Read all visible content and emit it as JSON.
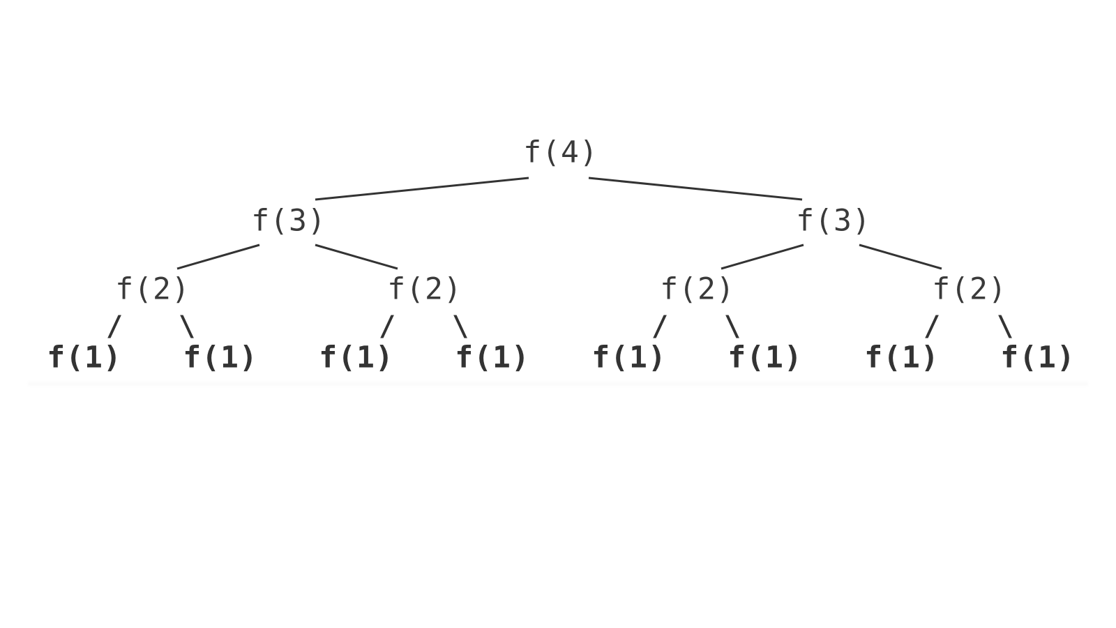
{
  "tree": {
    "root": {
      "label": "f(4)"
    },
    "level1": [
      {
        "label": "f(3)"
      },
      {
        "label": "f(3)"
      }
    ],
    "level2": [
      {
        "label": "f(2)"
      },
      {
        "label": "f(2)"
      },
      {
        "label": "f(2)"
      },
      {
        "label": "f(2)"
      }
    ],
    "leaves": [
      {
        "label": "f(1)"
      },
      {
        "label": "f(1)"
      },
      {
        "label": "f(1)"
      },
      {
        "label": "f(1)"
      },
      {
        "label": "f(1)"
      },
      {
        "label": "f(1)"
      },
      {
        "label": "f(1)"
      },
      {
        "label": "f(1)"
      }
    ],
    "left_connector": "/",
    "right_connector": "\\"
  },
  "colors": {
    "text": "#3a3a3a",
    "edge": "#333333",
    "background": "#ffffff"
  }
}
